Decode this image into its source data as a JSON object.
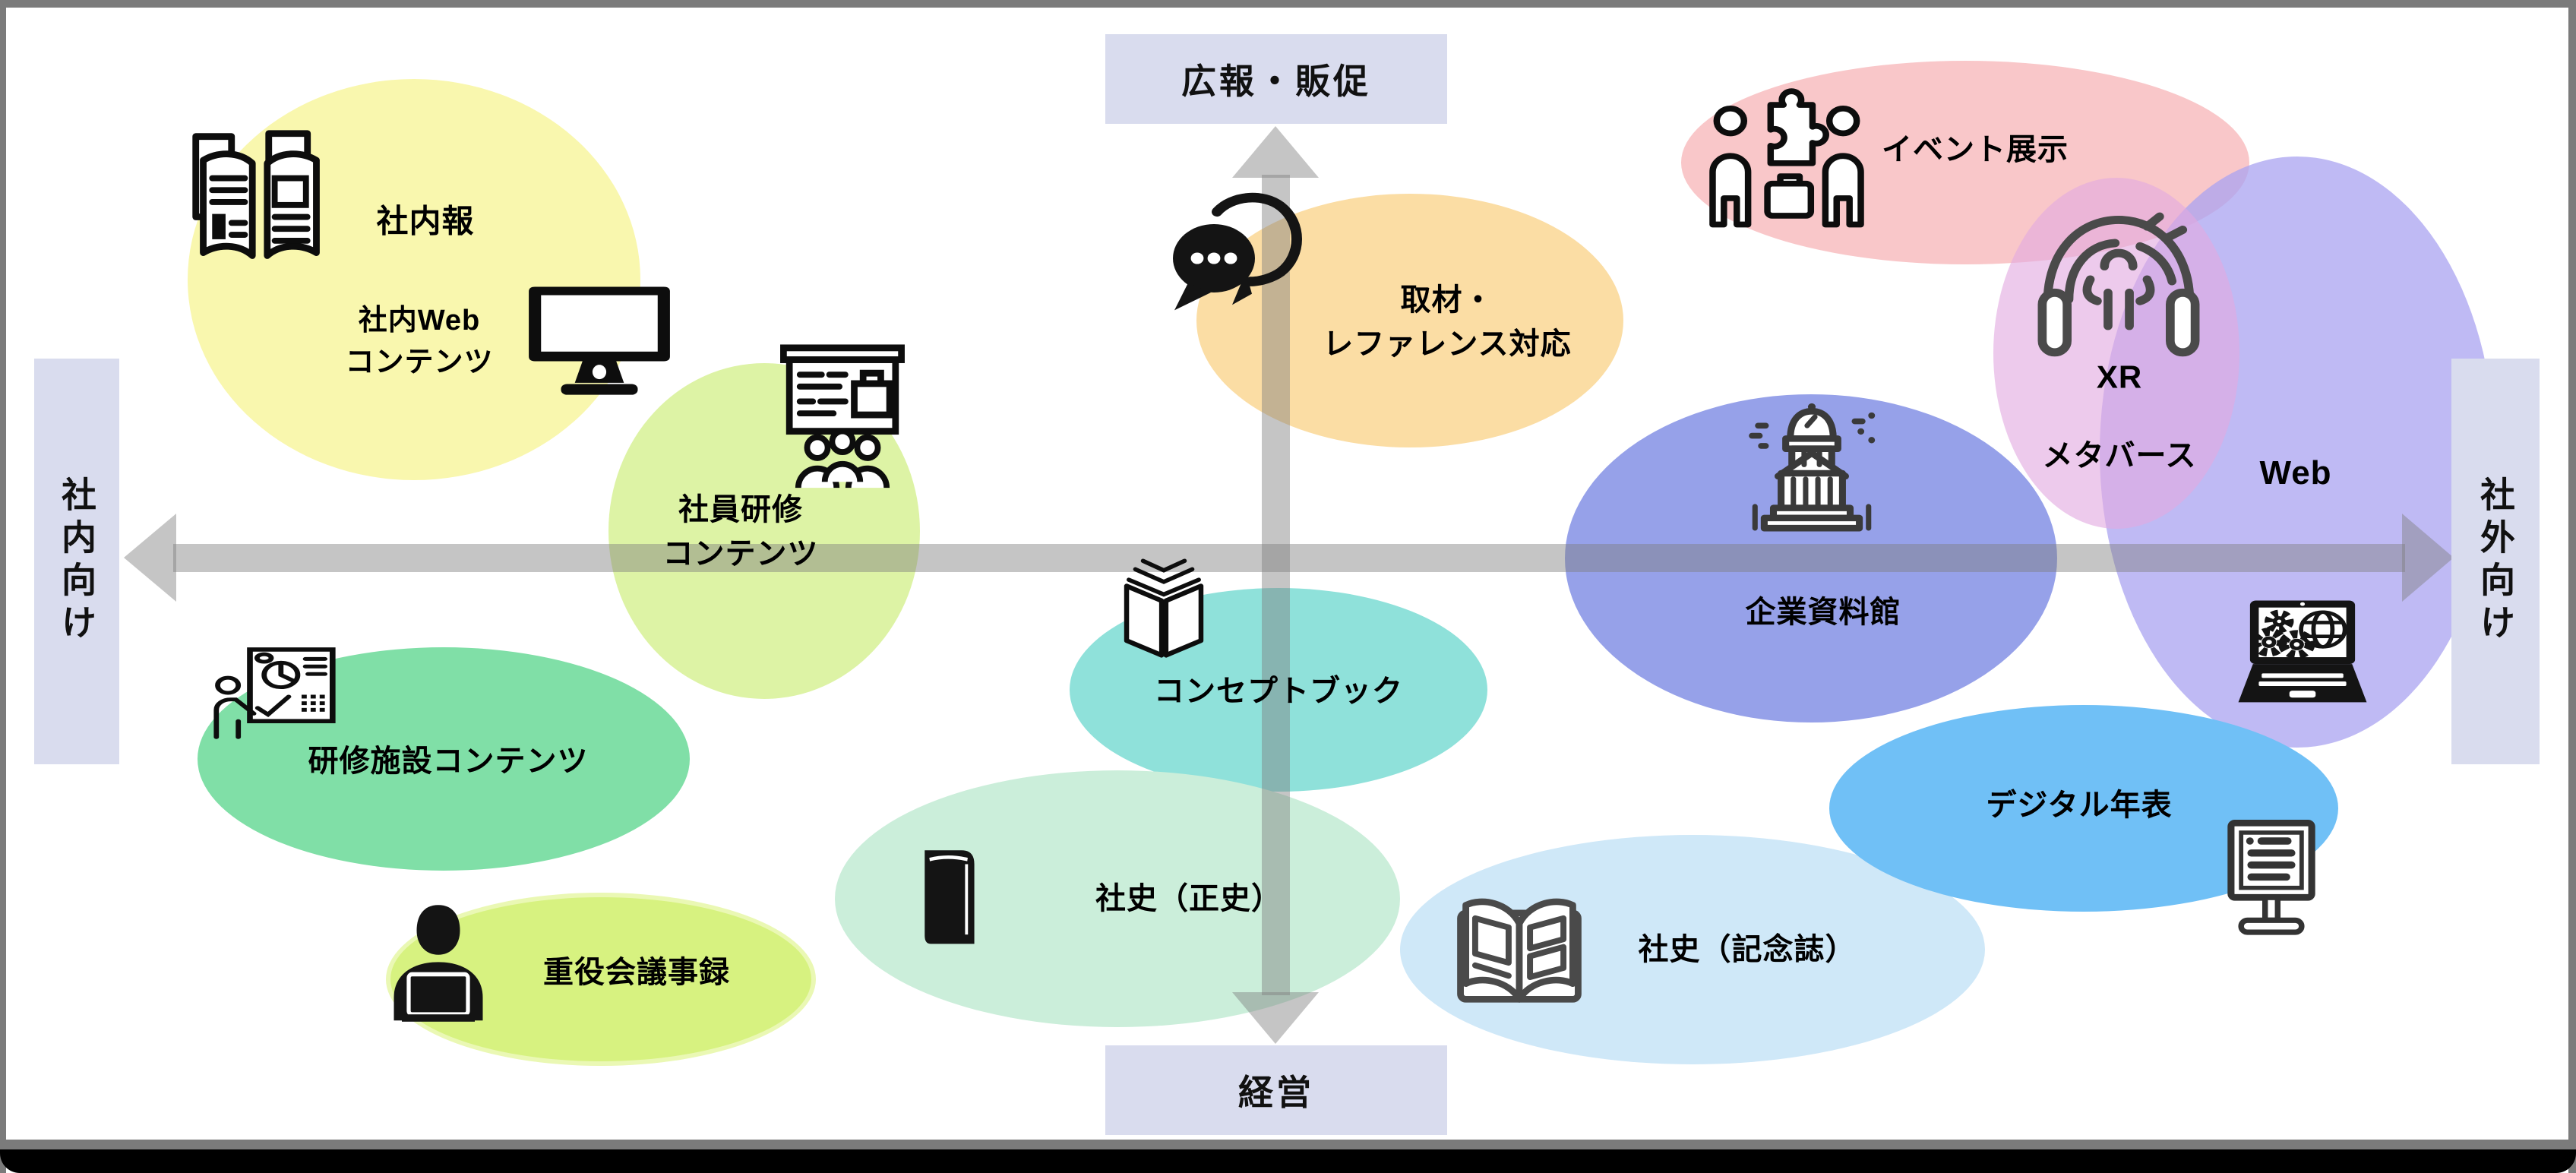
{
  "axes": {
    "top_label": "広報・販促",
    "bottom_label": "経営",
    "left_label": "社内向け",
    "right_label": "社外向け",
    "arrow_color": "#7f7f7f",
    "label_box_color": "#d9dcee"
  },
  "frame": {
    "border_color": "#7b7b7b",
    "bottom_bar_color": "#000000"
  },
  "bubbles": [
    {
      "name": "internal-newsletter",
      "label": "社内報",
      "label2": "社内Web\nコンテンツ",
      "color": "#f9f7ae",
      "icon": "open-magazine-icon",
      "icon2": "desktop-monitor-icon"
    },
    {
      "name": "employee-training-content",
      "label": "社員研修\nコンテンツ",
      "color": "#ddf3a5",
      "icon": "whiteboard-audience-icon"
    },
    {
      "name": "training-facility-content",
      "label": "研修施設コンテンツ",
      "color": "#80dfa7",
      "icon": "presenter-chart-icon"
    },
    {
      "name": "executive-meeting-minutes",
      "label": "重役会議事録",
      "color": "#d7f280",
      "border_color": "#eaf8b4",
      "icon": "person-laptop-icon"
    },
    {
      "name": "press-reference-support",
      "label": "取材・\nレファレンス対応",
      "color": "#fbdda4",
      "icon": "speech-bubbles-icon"
    },
    {
      "name": "concept-book",
      "label": "コンセプトブック",
      "color": "#8fe1da",
      "icon": "standing-book-icon"
    },
    {
      "name": "company-history-official",
      "label": "社史（正史）",
      "color": "#cbeeda",
      "icon": "closed-book-icon"
    },
    {
      "name": "company-history-anniversary",
      "label": "社史（記念誌）",
      "color": "#cfe8f8",
      "icon": "open-book-icon"
    },
    {
      "name": "event-exhibition",
      "label": "イベント展示",
      "color": "#f9c7c9",
      "icon": "people-puzzle-icon"
    },
    {
      "name": "web",
      "label": "Web",
      "color": "rgba(170,163,240,0.75)",
      "icon": "laptop-gears-globe-icon"
    },
    {
      "name": "corporate-archive",
      "label": "企業資料館",
      "color": "#96a1e9",
      "icon": "museum-building-icon"
    },
    {
      "name": "digital-timeline",
      "label": "デジタル年表",
      "color": "#70c0f6",
      "icon": "kiosk-display-icon"
    },
    {
      "name": "xr-metaverse",
      "label": "XR",
      "label2": "メタバース",
      "color": "rgba(226,169,224,0.62)",
      "icon": "vr-roundtable-icon"
    }
  ]
}
